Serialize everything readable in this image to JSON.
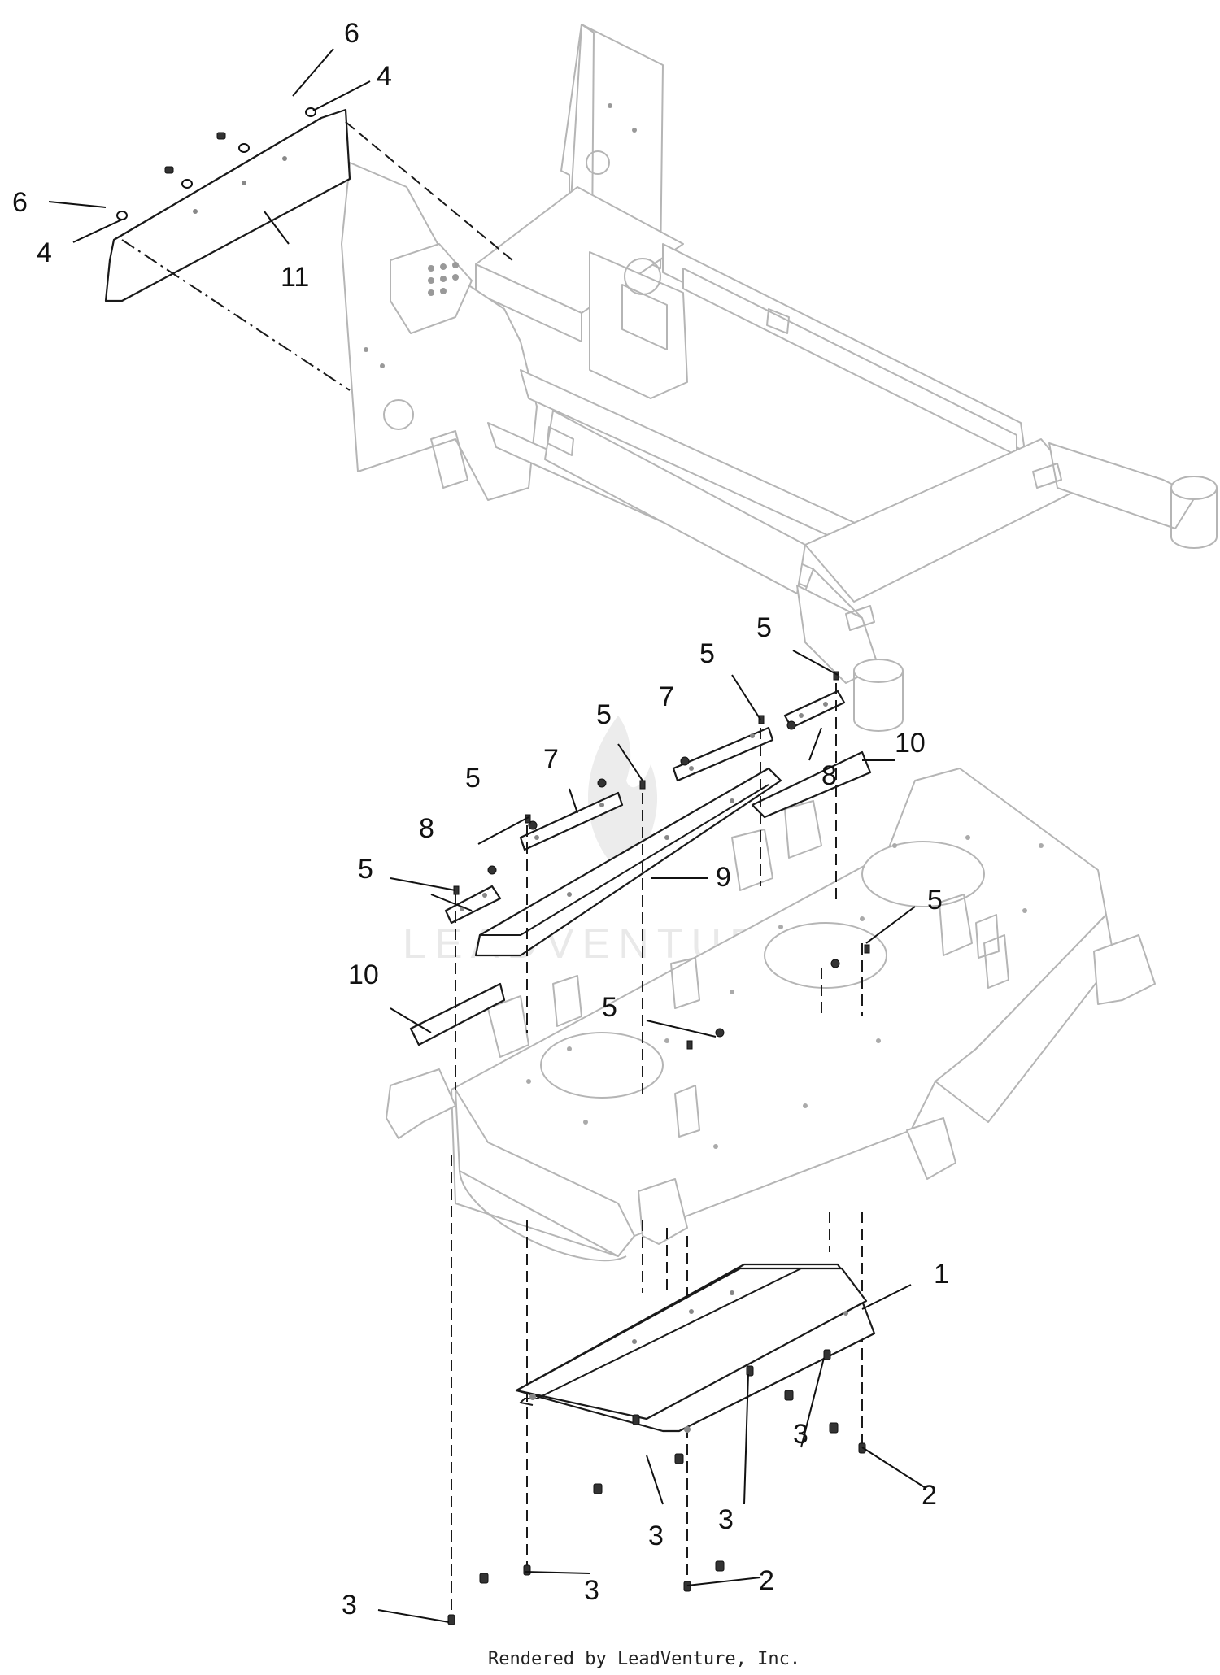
{
  "callouts": [
    {
      "id": "c6a",
      "label": "6"
    },
    {
      "id": "c4a",
      "label": "4"
    },
    {
      "id": "c6b",
      "label": "6"
    },
    {
      "id": "c4b",
      "label": "4"
    },
    {
      "id": "c11",
      "label": "11"
    },
    {
      "id": "c5a",
      "label": "5"
    },
    {
      "id": "c5b",
      "label": "5"
    },
    {
      "id": "c7a",
      "label": "7"
    },
    {
      "id": "c5c",
      "label": "5"
    },
    {
      "id": "c10a",
      "label": "10"
    },
    {
      "id": "c8a",
      "label": "8"
    },
    {
      "id": "c5d",
      "label": "5"
    },
    {
      "id": "c7b",
      "label": "7"
    },
    {
      "id": "c8b",
      "label": "8"
    },
    {
      "id": "c5e",
      "label": "5"
    },
    {
      "id": "c9",
      "label": "9"
    },
    {
      "id": "c5f",
      "label": "5"
    },
    {
      "id": "c10b",
      "label": "10"
    },
    {
      "id": "c5g",
      "label": "5"
    },
    {
      "id": "c1",
      "label": "1"
    },
    {
      "id": "c3a",
      "label": "3"
    },
    {
      "id": "c3b",
      "label": "3"
    },
    {
      "id": "c3c",
      "label": "3"
    },
    {
      "id": "c2a",
      "label": "2"
    },
    {
      "id": "c3d",
      "label": "3"
    },
    {
      "id": "c3e",
      "label": "3"
    },
    {
      "id": "c3f",
      "label": "3"
    },
    {
      "id": "c2b",
      "label": "2"
    }
  ],
  "watermark": "LEADVENTURE",
  "footer": "Rendered by LeadVenture, Inc."
}
